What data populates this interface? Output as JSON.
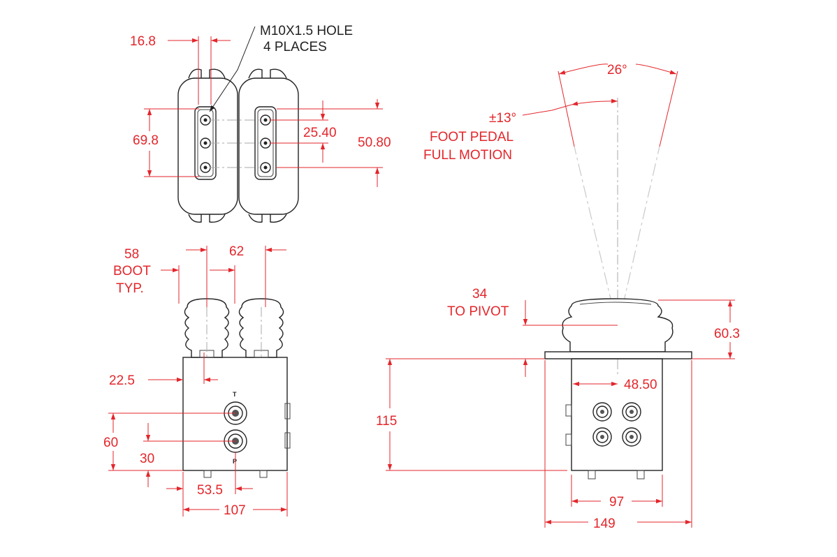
{
  "top_view": {
    "note_line1": "M10X1.5 HOLE",
    "note_line2": "4 PLACES",
    "dim_hole_offset": "16.8",
    "dim_hole_span": "69.8",
    "dim_half_pitch": "25.40",
    "dim_full_pitch": "50.80"
  },
  "front_view": {
    "boot_label_1": "58",
    "boot_label_2": "BOOT",
    "boot_label_3": "TYP.",
    "dim_boot_spacing": "62",
    "dim_port_offset": "22.5",
    "dim_port_t_height": "60",
    "dim_port_p_height": "30",
    "dim_center": "53.5",
    "dim_width": "107",
    "port_t_mark": "T",
    "port_p_mark": "P"
  },
  "side_view": {
    "angle_total": "26°",
    "angle_half": "±13°",
    "motion_line1": "FOOT PEDAL",
    "motion_line2": "FULL MOTION",
    "pivot_value": "34",
    "pivot_label": "TO PIVOT",
    "dim_boot_height": "60.3",
    "dim_body_height": "115",
    "dim_center_offset": "48.50",
    "dim_bolt_span": "97",
    "dim_flange_width": "149"
  }
}
